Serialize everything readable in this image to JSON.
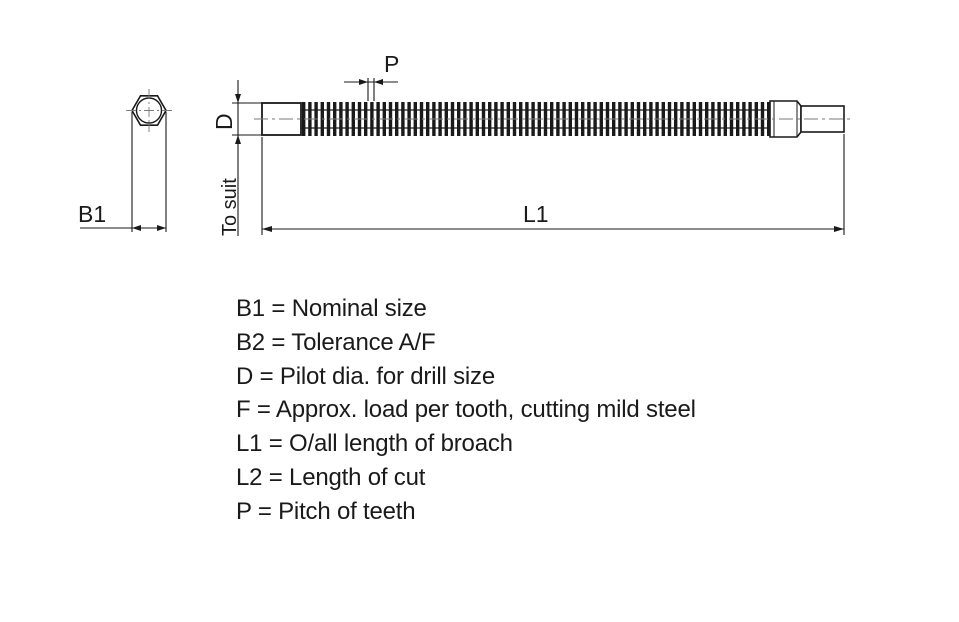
{
  "drawing": {
    "labels": {
      "b1": "B1",
      "d": "D",
      "to_suit": "To suit",
      "p": "P",
      "l1": "L1"
    },
    "line_color": "#1a1a1a",
    "centerline_color": "#7a7a7a"
  },
  "legend": {
    "items": [
      "B1 = Nominal size",
      "B2 = Tolerance A/F",
      "D = Pilot dia. for drill size",
      "F = Approx. load per tooth, cutting mild steel",
      "L1 = O/all length of broach",
      "L2 = Length of cut",
      "P = Pitch of teeth"
    ]
  }
}
